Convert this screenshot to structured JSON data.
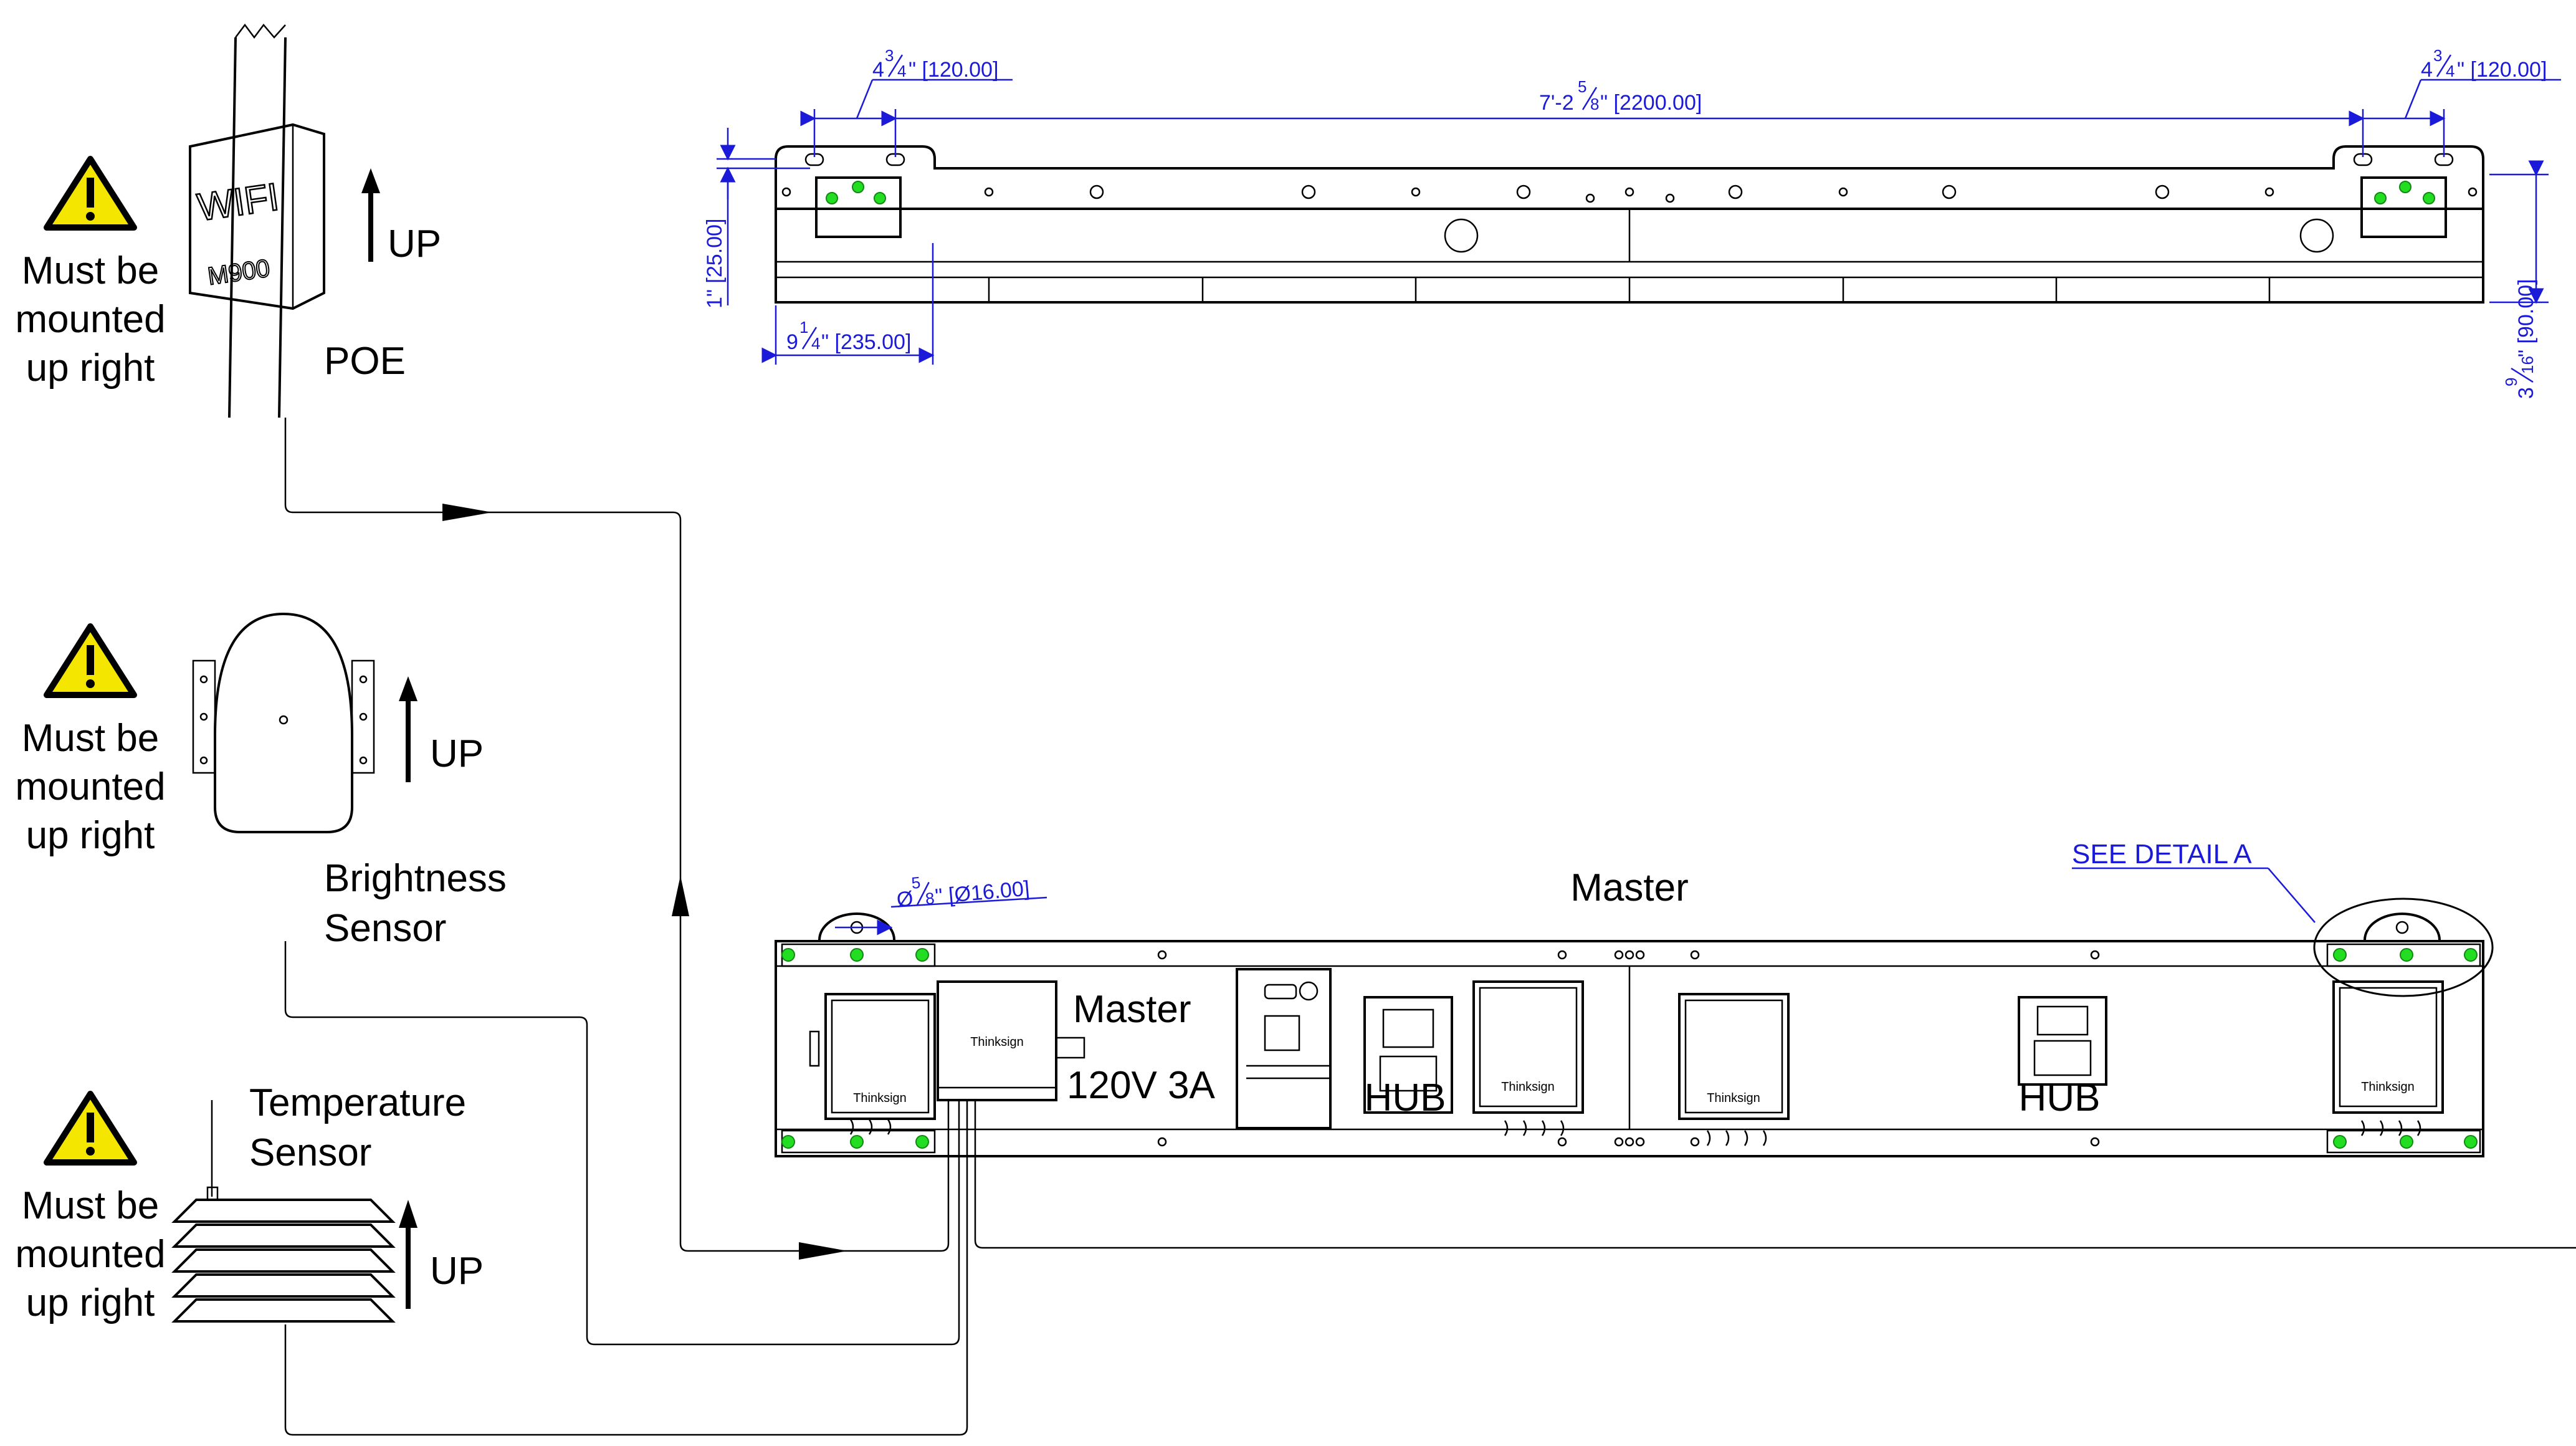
{
  "warnings": [
    {
      "line1": "Must be",
      "line2": "mounted",
      "line3": "up right"
    },
    {
      "line1": "Must be",
      "line2": "mounted",
      "line3": "up right"
    },
    {
      "line1": "Must be",
      "line2": "mounted",
      "line3": "up right"
    }
  ],
  "up_label": "UP",
  "wifi": {
    "brand": "WIFI",
    "model": "M900",
    "connection": "POE"
  },
  "brightness_sensor": {
    "line1": "Brightness",
    "line2": "Sensor"
  },
  "temperature_sensor": {
    "line1": "Temperature",
    "line2": "Sensor"
  },
  "top_view": {
    "dim_left_width": {
      "whole": "4",
      "frac_num": "3",
      "frac_den": "4",
      "rest": "\" [120.00]"
    },
    "dim_right_width": {
      "whole": "4",
      "frac_num": "3",
      "frac_den": "4",
      "rest": "\" [120.00]"
    },
    "dim_length": {
      "whole": "7'-2",
      "frac_num": "5",
      "frac_den": "8",
      "rest": "\" [2200.00]"
    },
    "dim_height": "1\" [25.00]",
    "dim_offset": {
      "whole": "9",
      "frac_num": "1",
      "frac_den": "4",
      "rest": "\" [235.00]"
    },
    "dim_depth": {
      "whole": "3",
      "frac_num": "9",
      "frac_den": "16",
      "rest": "\" [90.00]"
    }
  },
  "front_view": {
    "title": "Master",
    "detail_callout": "SEE DETAIL A",
    "hole_dim": {
      "prefix": "Ø",
      "frac_num": "5",
      "frac_den": "8",
      "rest": "\" [Ø16.00]"
    },
    "power_supply": {
      "name": "Master",
      "rating": "120V 3A"
    },
    "hub_labels": [
      "HUB",
      "HUB"
    ],
    "brand": "Thinksign"
  },
  "colors": {
    "dimension": "#1a1ad8",
    "mount_dot": "#22dd22",
    "warning": "#f5e600"
  }
}
